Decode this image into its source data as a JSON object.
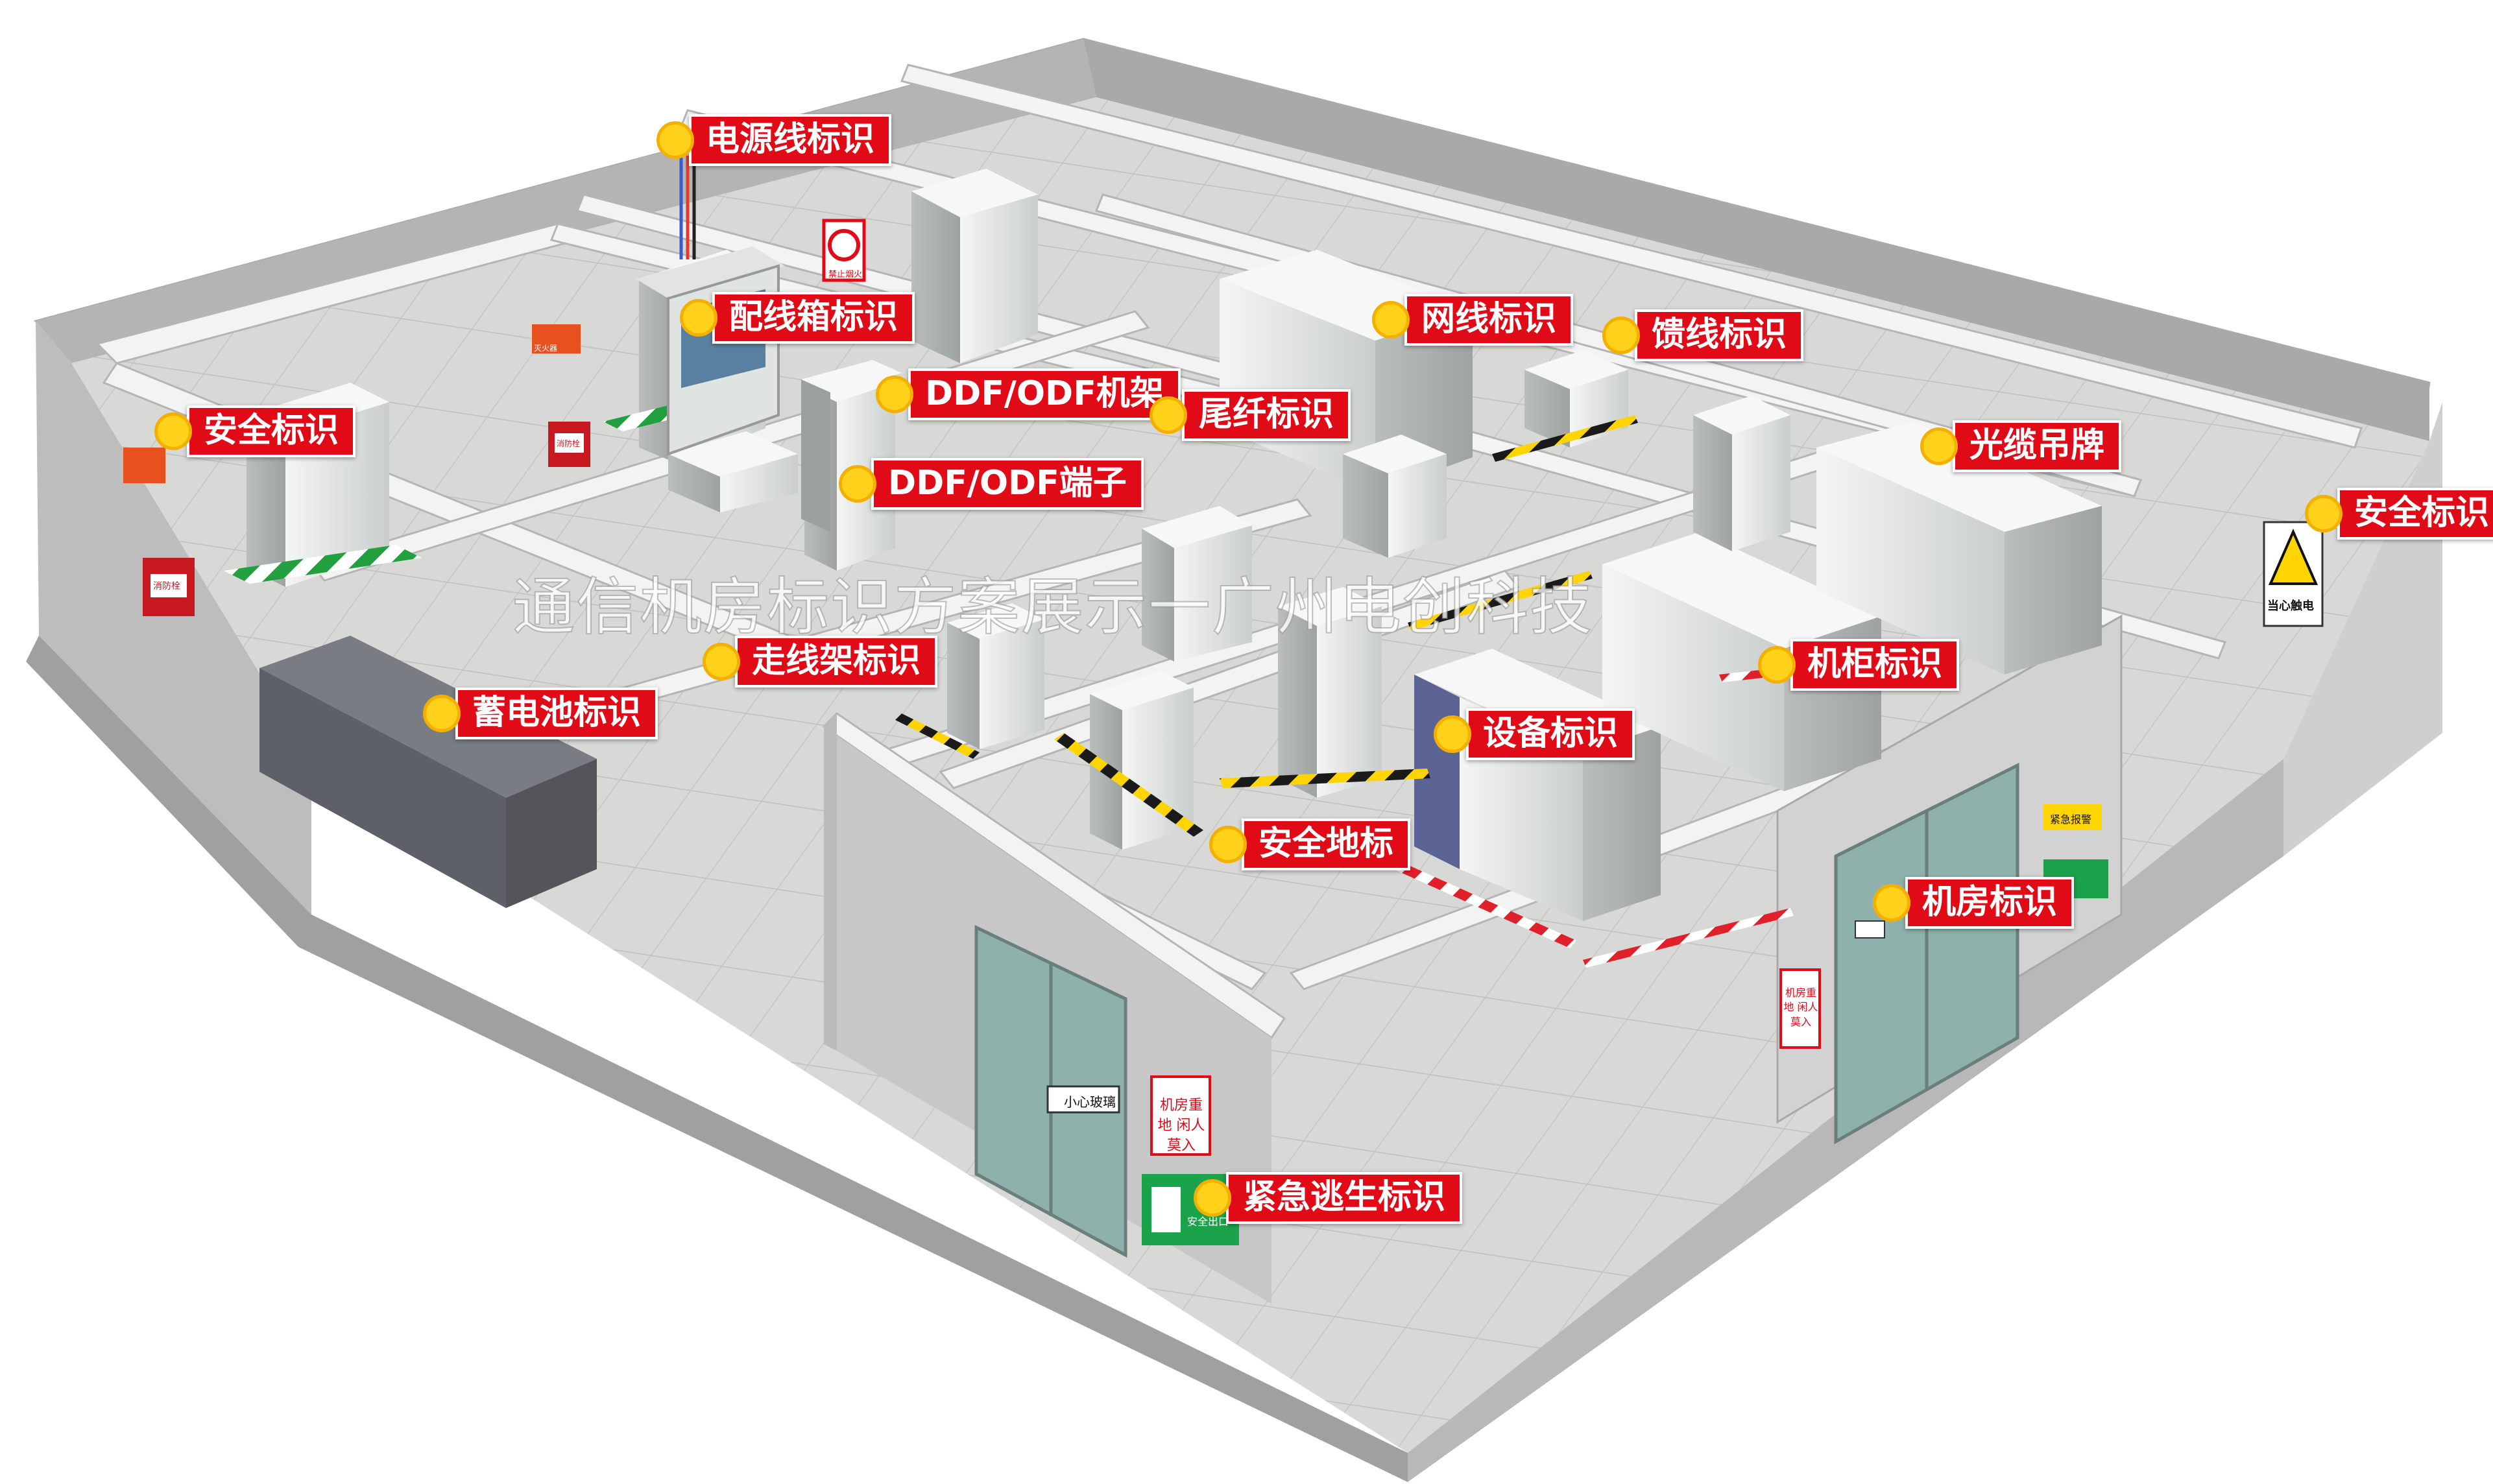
{
  "title": "通信机房标识方案展示一广州电创科技",
  "colors": {
    "callout_red": "#e10a17",
    "callout_dot": "#ffd11a",
    "wall_top": "#f2f2f2",
    "wall_side": "#cfcfcf",
    "floor": "#d9d9d9",
    "cabinet": "#e8ebea",
    "door_glass": "#8fb1ab",
    "exit_green": "#1aa34a"
  },
  "callouts": [
    {
      "id": "power-cable",
      "text": "电源线标识"
    },
    {
      "id": "distribution-box",
      "text": "配线箱标识"
    },
    {
      "id": "ddf-odf-rack",
      "text": "DDF/ODF机架"
    },
    {
      "id": "ddf-odf-terminal",
      "text": "DDF/ODF端子"
    },
    {
      "id": "pigtail",
      "text": "尾纤标识"
    },
    {
      "id": "network-cable",
      "text": "网线标识"
    },
    {
      "id": "feeder",
      "text": "馈线标识"
    },
    {
      "id": "optical-cable-tag",
      "text": "光缆吊牌"
    },
    {
      "id": "safety-left",
      "text": "安全标识"
    },
    {
      "id": "safety-right",
      "text": "安全标识"
    },
    {
      "id": "cable-tray",
      "text": "走线架标识"
    },
    {
      "id": "cabinet",
      "text": "机柜标识"
    },
    {
      "id": "equipment",
      "text": "设备标识"
    },
    {
      "id": "battery",
      "text": "蓄电池标识"
    },
    {
      "id": "floor-safety",
      "text": "安全地标"
    },
    {
      "id": "room-sign",
      "text": "机房标识"
    },
    {
      "id": "emergency-exit",
      "text": "紧急逃生标识"
    }
  ],
  "signs": {
    "no_fire": "禁止烟火",
    "fire_extinguisher": "灭火器",
    "fire_hydrant": "消防栓",
    "electric_shock": "当心触电",
    "careful_glass": "小心玻璃",
    "restricted_area": "机房重地 闲人莫入",
    "emergency_exit": "安全出口",
    "emergency_phone": "紧急报警"
  }
}
